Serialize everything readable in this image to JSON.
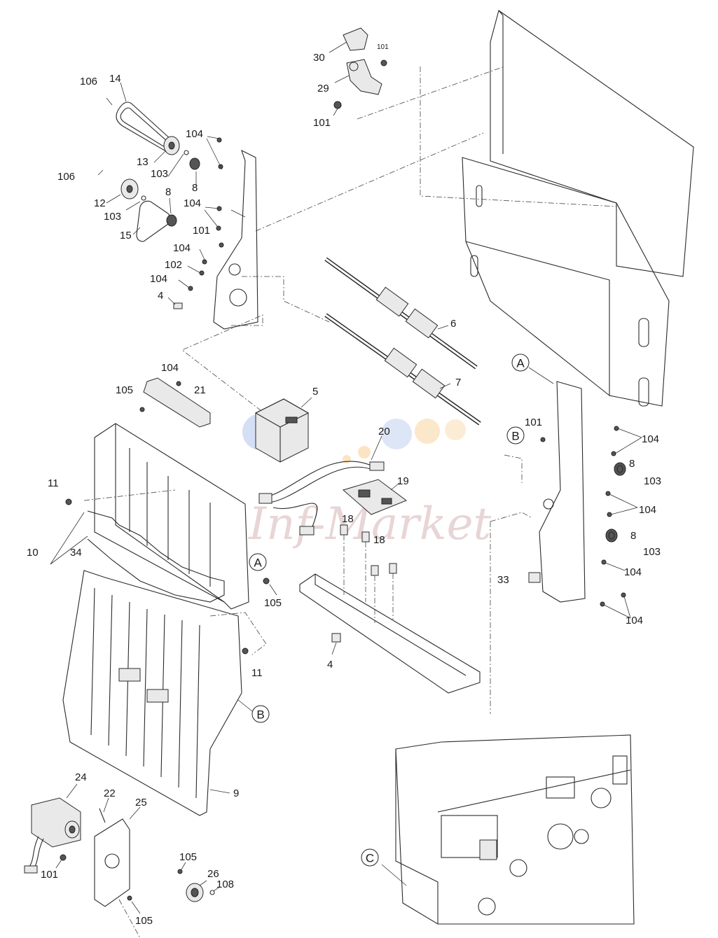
{
  "callouts": {
    "c30": "30",
    "c101a": "101",
    "c29": "29",
    "c101b": "101",
    "c106a": "106",
    "c14": "14",
    "c104a": "104",
    "c13": "13",
    "c103a": "103",
    "c8a": "8",
    "c106b": "106",
    "c12": "12",
    "c103b": "103",
    "c8b": "8",
    "c104b": "104",
    "c15": "15",
    "c101c": "101",
    "c104c": "104",
    "c102": "102",
    "c104d": "104",
    "c4a": "4",
    "c6": "6",
    "c7": "7",
    "c104e": "104",
    "c21": "21",
    "c105a": "105",
    "c5": "5",
    "c20": "20",
    "c19": "19",
    "c18a": "18",
    "c18b": "18",
    "c11a": "11",
    "c10": "10",
    "c34": "34",
    "c105b": "105",
    "c11b": "11",
    "c4b": "4",
    "c9": "9",
    "c101d": "101",
    "c104f": "104",
    "c8c": "8",
    "c103c": "103",
    "c104g": "104",
    "c8d": "8",
    "c103d": "103",
    "c33": "33",
    "c104h": "104",
    "c104i": "104",
    "c24": "24",
    "c22": "22",
    "c25": "25",
    "c101e": "101",
    "c105c": "105",
    "c26": "26",
    "c108": "108",
    "c105d": "105"
  },
  "refs": {
    "A1": "A",
    "B1": "B",
    "A2": "A",
    "B2": "B",
    "C": "C"
  },
  "watermark": "Inf-Market",
  "colors": {
    "line": "#2a2a2a",
    "watermark_blue": "#9fb8e8",
    "watermark_orange": "#f6c98a"
  }
}
